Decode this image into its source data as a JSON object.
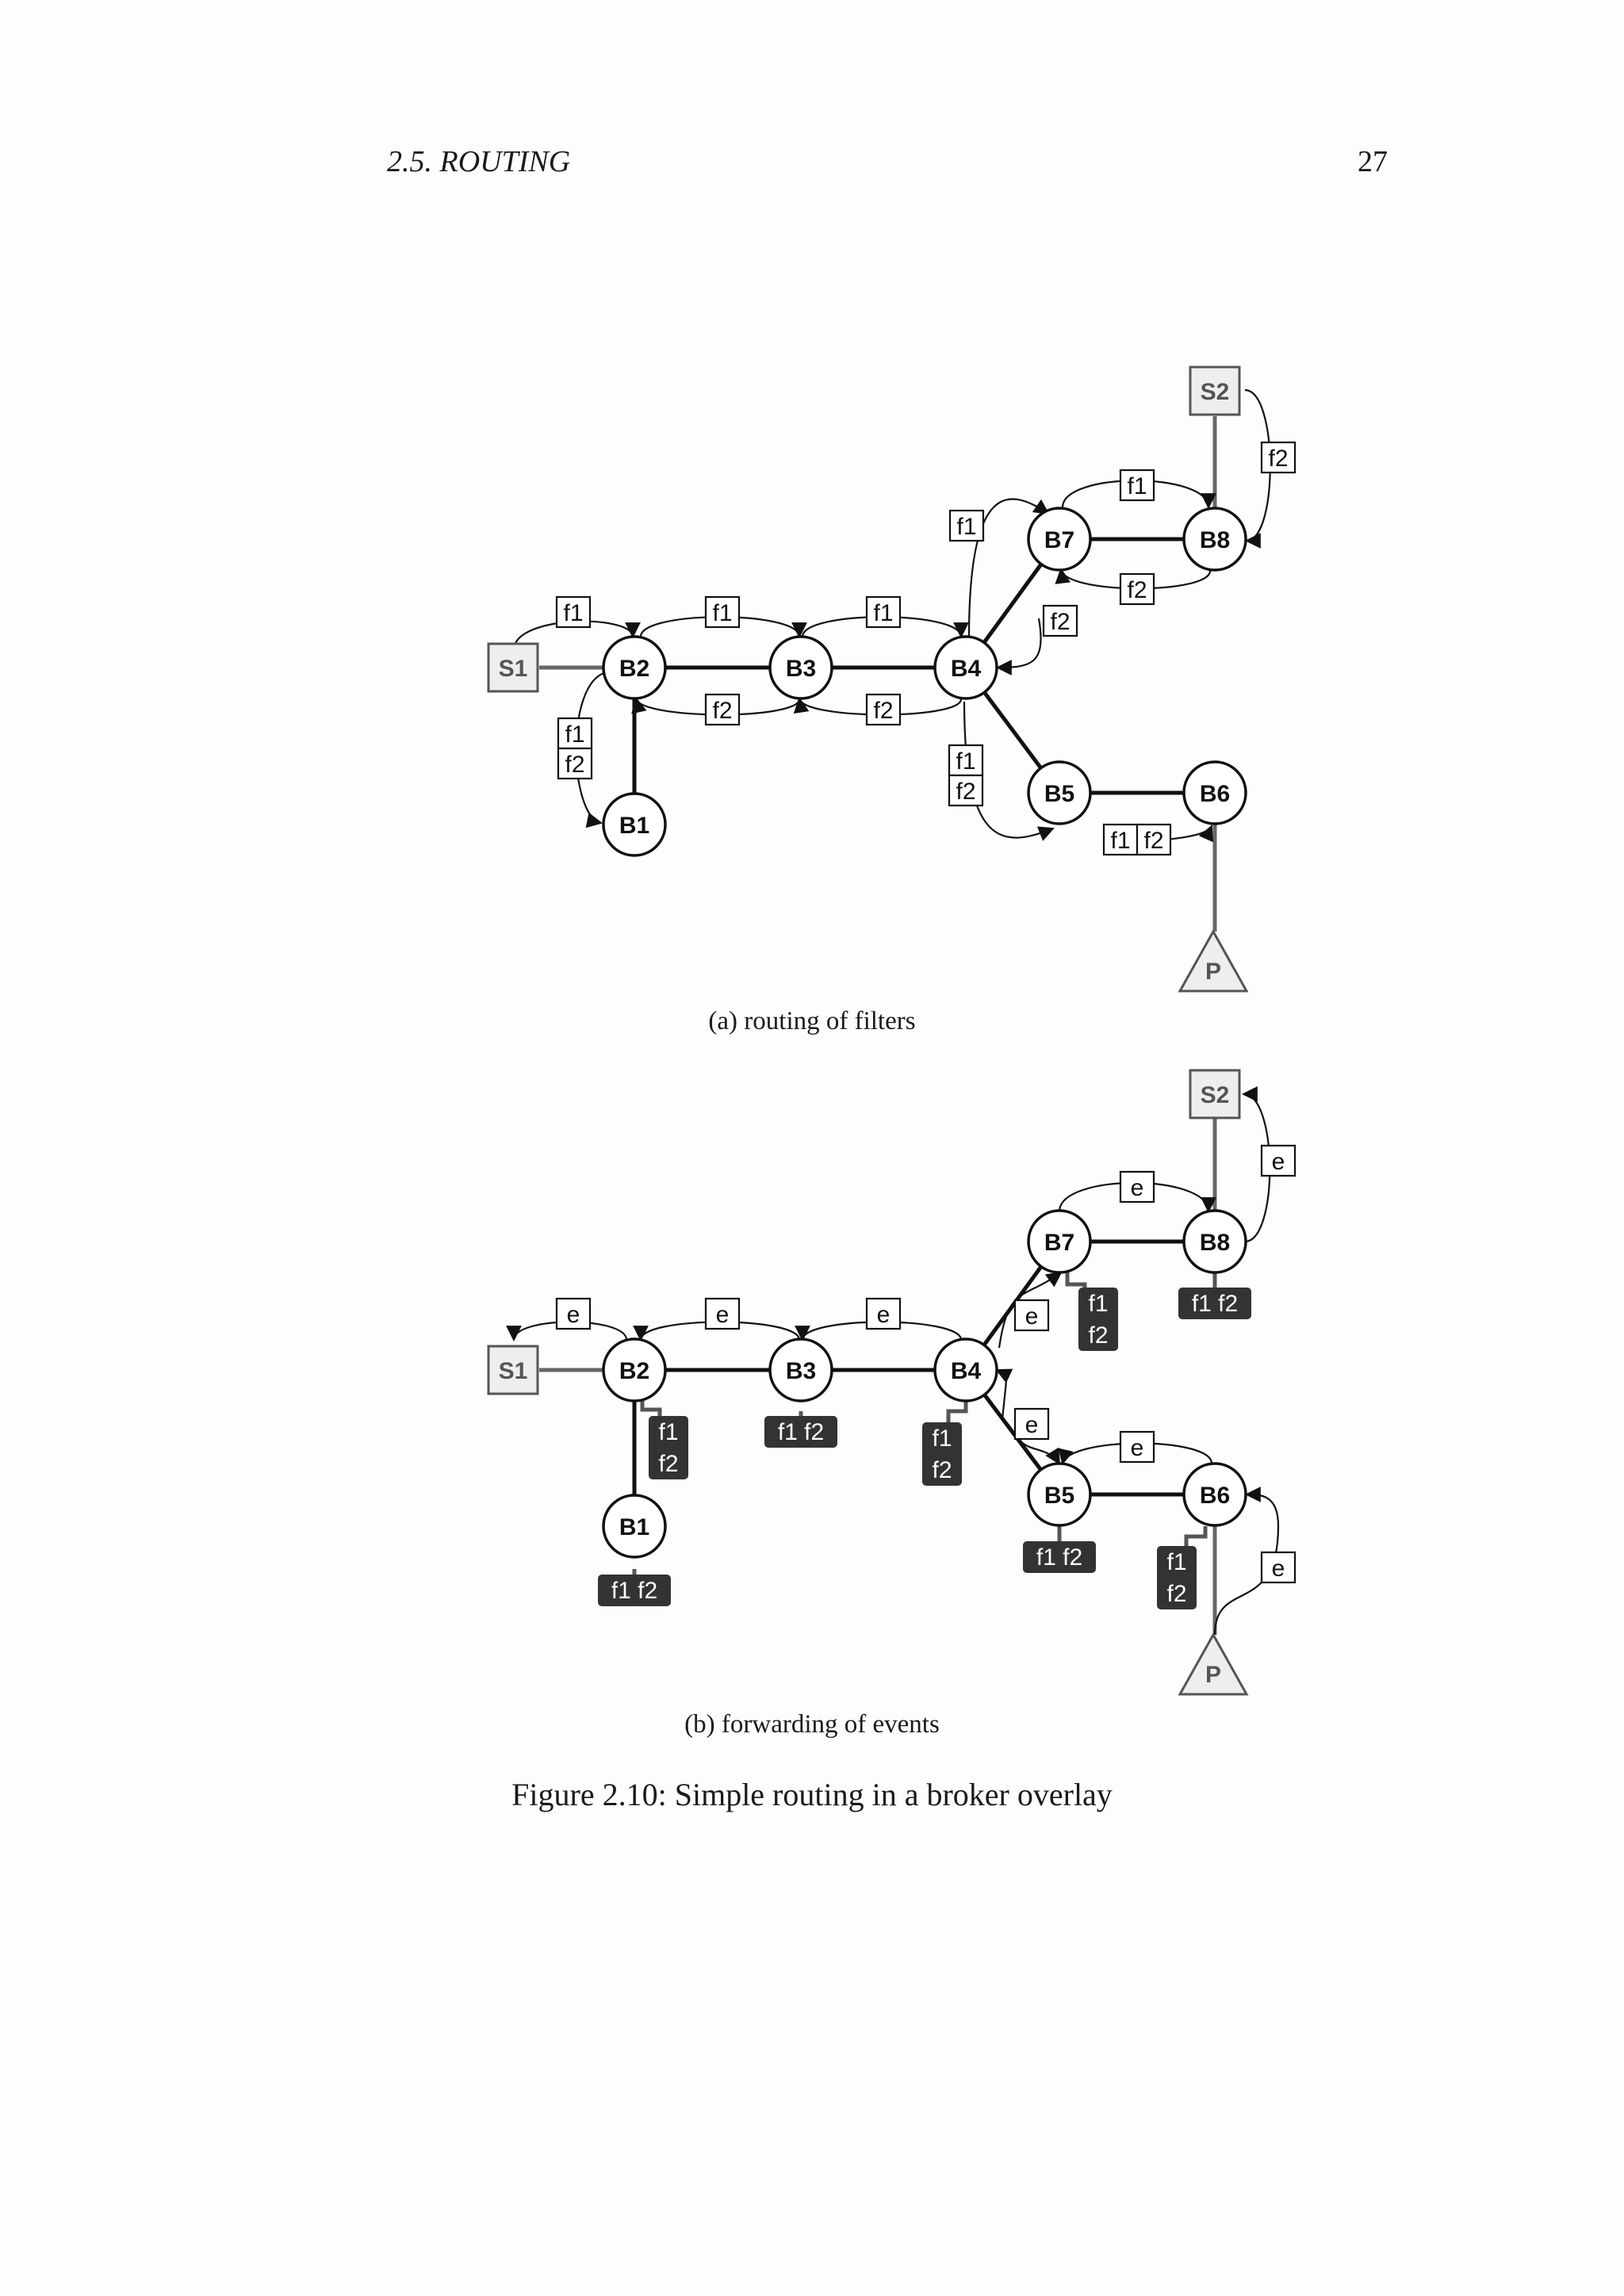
{
  "header": {
    "section": "2.5.  ROUTING",
    "page_number": "27"
  },
  "figure": {
    "caption": "Figure 2.10: Simple routing in a broker overlay",
    "subfigure_a": "(a)  routing of filters",
    "subfigure_b": "(b)  forwarding of events"
  },
  "nodes": {
    "b1": "B1",
    "b2": "B2",
    "b3": "B3",
    "b4": "B4",
    "b5": "B5",
    "b6": "B6",
    "b7": "B7",
    "b8": "B8",
    "s1": "S1",
    "s2": "S2",
    "p": "P"
  },
  "tags": {
    "f1": "f1",
    "f2": "f2",
    "e": "e",
    "f1f2": "f1 f2"
  }
}
